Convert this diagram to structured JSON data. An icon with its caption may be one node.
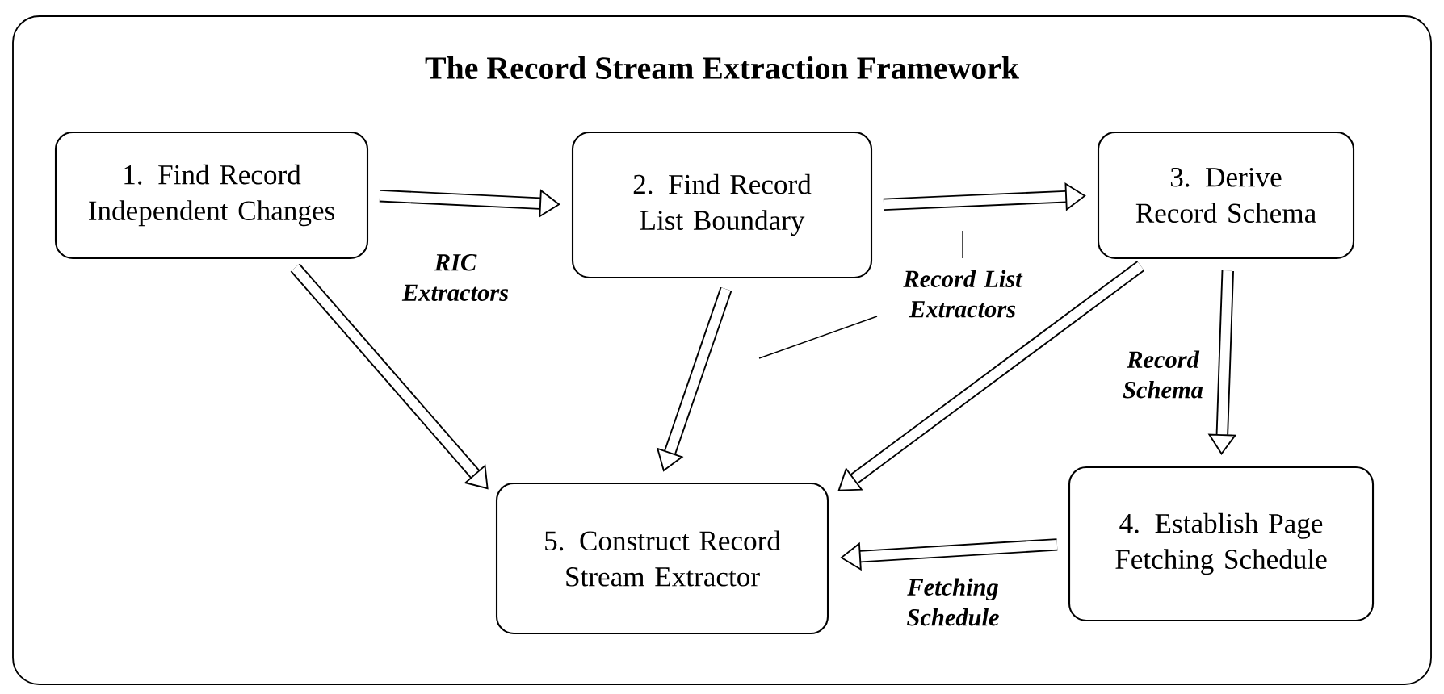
{
  "diagram": {
    "title": "The Record Stream Extraction Framework",
    "nodes": [
      {
        "text": [
          "1. Find Record Independent Changes"
        ]
      },
      {
        "text": [
          "2. Find Record List Boundary"
        ]
      },
      {
        "text": [
          "3. Derive Record Schema"
        ]
      },
      {
        "text": [
          "4. Establish Page Fetching Schedule"
        ]
      },
      {
        "text": [
          "5. Construct Record Stream Extractor"
        ]
      }
    ],
    "edges": [
      {
        "from": 0,
        "to": 1,
        "arrow": "to",
        "label": "RIC Extractors"
      },
      {
        "from": 1,
        "to": 2,
        "arrow": "to",
        "label": "Record List Extractors"
      },
      {
        "from": 0,
        "to": 4,
        "arrow": "to"
      },
      {
        "from": 1,
        "to": 4,
        "arrow": "to"
      },
      {
        "from": 2,
        "to": 4,
        "arrow": "to"
      },
      {
        "from": 2,
        "to": 3,
        "arrow": "to",
        "label": "Record Schema"
      },
      {
        "from": 3,
        "to": 4,
        "arrow": "to",
        "label": "Fetching Schedule"
      }
    ]
  }
}
